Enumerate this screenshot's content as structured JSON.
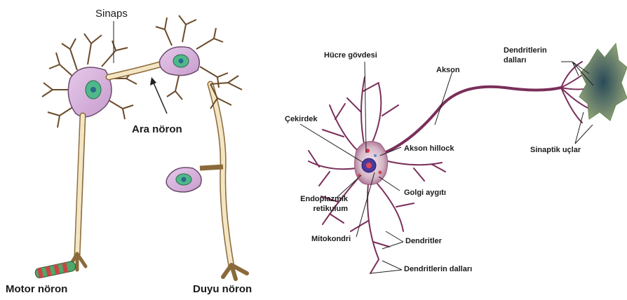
{
  "left_diagram": {
    "labels": {
      "synapse": "Sinaps",
      "interneuron": "Ara nöron",
      "motor_neuron": "Motor nöron",
      "sensory_neuron": "Duyu nöron"
    }
  },
  "right_diagram": {
    "labels": {
      "cell_body": "Hücre gövdesi",
      "axon": "Akson",
      "dendrite_branches_top": "Dendritlerin dalları",
      "nucleus": "Çekirdek",
      "axon_hillock": "Akson hillock",
      "synaptic_terminals": "Sinaptik uçlar",
      "endoplasmic_reticulum": "Endoplazmik retikulum",
      "golgi": "Golgi aygıtı",
      "mitochondria": "Mitokondri",
      "dendrites": "Dendritler",
      "dendrite_branches_bottom": "Dendritlerin dalları"
    }
  },
  "colors": {
    "cell_body": "#d9b6de",
    "nucleus": "#4fb88a",
    "axon_fill": "#f4e6c4",
    "axon_stroke": "#8a6a3a",
    "neuron_purple": "#7a2f5a",
    "target_cell": "#4f6a6a"
  }
}
